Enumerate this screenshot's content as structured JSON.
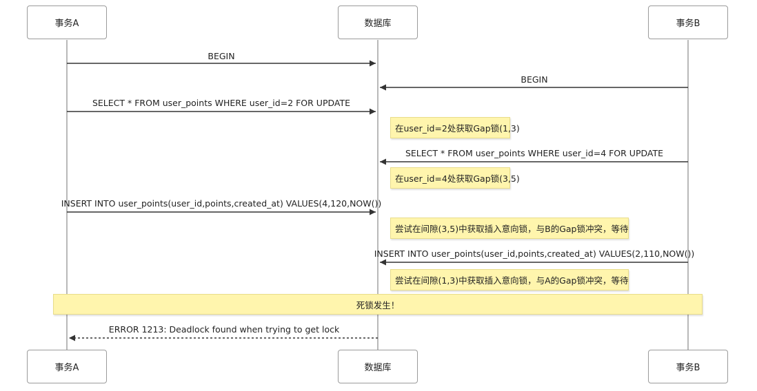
{
  "participants": {
    "a": "事务A",
    "db": "数据库",
    "b": "事务B"
  },
  "messages": [
    "BEGIN",
    "BEGIN",
    "SELECT * FROM user_points WHERE user_id=2 FOR UPDATE",
    "SELECT * FROM user_points WHERE user_id=4 FOR UPDATE",
    "INSERT INTO user_points(user_id,points,created_at) VALUES(4,120,NOW())",
    "INSERT INTO user_points(user_id,points,created_at) VALUES(2,110,NOW())",
    "ERROR 1213: Deadlock found when trying to get lock"
  ],
  "notes": [
    "在user_id=2处获取Gap锁(1,3)",
    "在user_id=4处获取Gap锁(3,5)",
    "尝试在间隙(3,5)中获取插入意向锁，与B的Gap锁冲突，等待",
    "尝试在间隙(1,3)中获取插入意向锁，与A的Gap锁冲突，等待",
    "死锁发生！"
  ],
  "colors": {
    "note_fill": "#fff5ad",
    "line": "#333333",
    "lifeline": "#a0a0a0"
  }
}
